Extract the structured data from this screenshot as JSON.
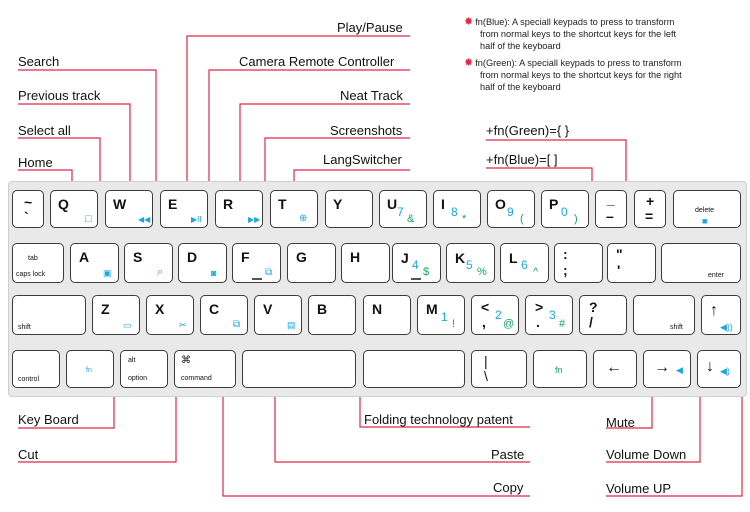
{
  "notes": {
    "blue": {
      "line1": "fn(Blue): A speciall keypads to press to transform",
      "line2": "from  normal keys to the shortcut keys for the left",
      "line3": "half  of the keyboard"
    },
    "green": {
      "line1": "fn(Green): A speciall keypads to press to transform",
      "line2": "from  normal keys to the shortcut keys for the right",
      "line3": "half  of the keyboard"
    },
    "marker": "✸"
  },
  "labels": {
    "play_pause": "Play/Pause",
    "search": "Search",
    "camera_remote": "Camera Remote Controller",
    "previous_track": "Previous track",
    "neat_track": "Neat Track",
    "select_all": "Select all",
    "screenshots": "Screenshots",
    "fn_green_combo": "+fn(Green)={  }",
    "home": "Home",
    "langswitcher": "LangSwitcher",
    "fn_blue_combo": "+fn(Blue)=[  ]",
    "keyboard": "Key Board",
    "folding": "Folding technology patent",
    "mute": "Mute",
    "cut": "Cut",
    "paste": "Paste",
    "volume_down": "Volume Down",
    "copy": "Copy",
    "volume_up": "Volume UP"
  },
  "keys": {
    "tilde": {
      "top": "~",
      "bottom": "`"
    },
    "q": "Q",
    "w": "W",
    "e": "E",
    "r": "R",
    "t": "T",
    "y": "Y",
    "u": {
      "main": "U",
      "num": "7",
      "sym": "&"
    },
    "i": {
      "main": "I",
      "num": "8",
      "sym": "*"
    },
    "o": {
      "main": "O",
      "num": "9",
      "sym": "("
    },
    "p": {
      "main": "P",
      "num": "0",
      "sym": ")"
    },
    "minus": {
      "top": "_",
      "bottom": "–"
    },
    "plus": {
      "top": "+",
      "bottom": "="
    },
    "delete": "delete",
    "tab": "tab",
    "caps": "caps lock",
    "a": "A",
    "s": "S",
    "d": "D",
    "f": "F",
    "g": "G",
    "h": "H",
    "j": {
      "main": "J",
      "num": "4",
      "sym": "$"
    },
    "k": {
      "main": "K",
      "num": "5",
      "sym": "%"
    },
    "l": {
      "main": "L",
      "num": "6",
      "sym": "^"
    },
    "semicolon": {
      "top": ":",
      "bottom": ";"
    },
    "quote": {
      "top": "\"",
      "bottom": "'"
    },
    "enter": "enter",
    "shift_left": "shift",
    "z": "Z",
    "x": "X",
    "c": "C",
    "v": "V",
    "b": "B",
    "n": "N",
    "m": {
      "main": "M",
      "num": "1",
      "sym": "!"
    },
    "comma": {
      "top": "<",
      "bottom": ",",
      "num": "2",
      "sym": "@"
    },
    "period": {
      "top": ">",
      "bottom": ".",
      "num": "3",
      "sym": "#"
    },
    "slash": {
      "top": "?",
      "bottom": "/"
    },
    "shift_right": "shift",
    "up": "↑",
    "control": "control",
    "fn_blue": "fn",
    "alt": "alt",
    "option": "option",
    "cmd_symbol": "⌘",
    "command": "command",
    "pipe": {
      "top": "|",
      "bottom": "\\"
    },
    "fn_green": "fn",
    "left": "←",
    "right": "→",
    "down": "↓"
  },
  "colors": {
    "accent_red": "#e0284a",
    "fn_blue": "#19a8df",
    "fn_green": "#17a46a"
  }
}
